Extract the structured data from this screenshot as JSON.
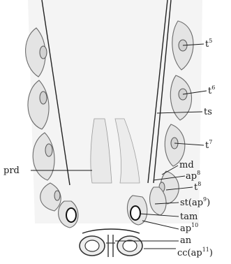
{
  "labels": {
    "t5": {
      "base": "t",
      "sup": "5"
    },
    "t6": {
      "base": "t",
      "sup": "6"
    },
    "ts": {
      "base": "ts"
    },
    "t7": {
      "base": "t",
      "sup": "7"
    },
    "md": {
      "base": "md"
    },
    "ap8": {
      "base": "ap",
      "sup": "8"
    },
    "t8": {
      "base": "t",
      "sup": "8"
    },
    "prd": {
      "base": "prd"
    },
    "st_ap9": {
      "base": "st(ap",
      "sup": "9",
      "tail": ")"
    },
    "tam": {
      "base": "tam"
    },
    "ap10": {
      "base": "ap",
      "sup": "10"
    },
    "an": {
      "base": "an"
    },
    "cc_ap11": {
      "base": "cc(ap",
      "sup": "11",
      "tail": ")"
    }
  }
}
